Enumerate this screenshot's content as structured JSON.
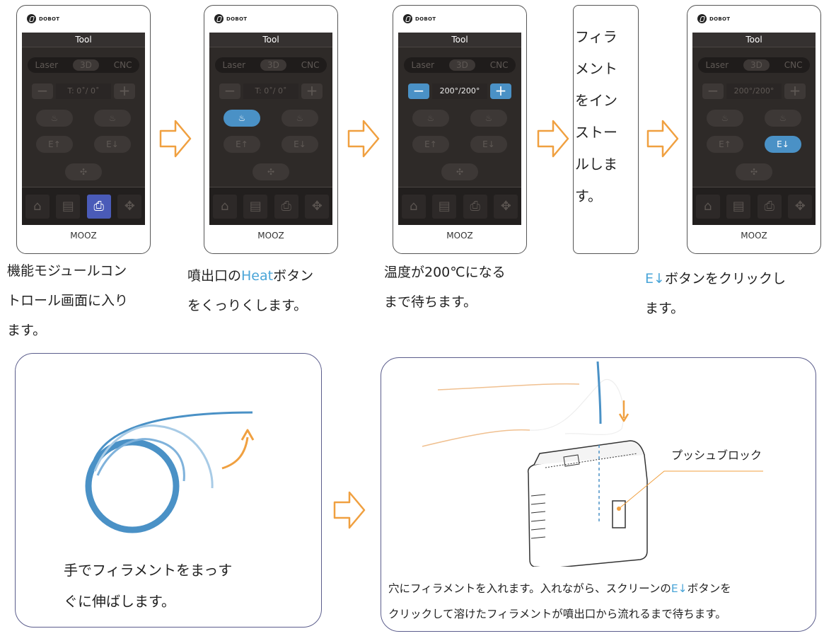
{
  "device": {
    "brand": "DOBOT",
    "screen_title": "Tool",
    "modes": [
      "Laser",
      "3D",
      "CNC"
    ],
    "temp_idle": "T: 0˚/ 0˚",
    "temp_target": "200°/200°",
    "extrude_up": "E↑",
    "extrude_down": "E↓",
    "model": "MOOZ"
  },
  "steps": [
    {
      "caption_lines": [
        "機能モジュールコン",
        "トロール画面に入り",
        "ます。"
      ]
    },
    {
      "caption_pre": "噴出口の",
      "caption_hl": "Heat",
      "caption_post": "ボタン",
      "caption_line2": "をくっりくします。"
    },
    {
      "caption_lines": [
        "温度が200℃になる",
        "まで待ちます。"
      ]
    },
    {
      "tall_text": [
        "フィラ",
        "メント",
        "をイン",
        "ストー",
        "ルしま",
        "す。"
      ]
    },
    {
      "caption_hl": "E↓",
      "caption_post": "ボタンをクリックし",
      "caption_line2": "ます。"
    }
  ],
  "bottom": {
    "left_caption": [
      "手でフィラメントをまっす",
      "ぐに伸ばします。"
    ],
    "push_label": "プッシュブロック",
    "right_pre": "穴にフィラメントを入れます。入れながら、スクリーンの",
    "right_hl": "E↓",
    "right_post": "ボタンを",
    "right_line2": "クリックして溶けたフィラメントが噴出口から流れるまで待ちます。"
  },
  "colors": {
    "accent": "#4aa5d8",
    "arrow": "#f0a040",
    "button": "#4a91c6",
    "frame": "#5b5d8c"
  }
}
